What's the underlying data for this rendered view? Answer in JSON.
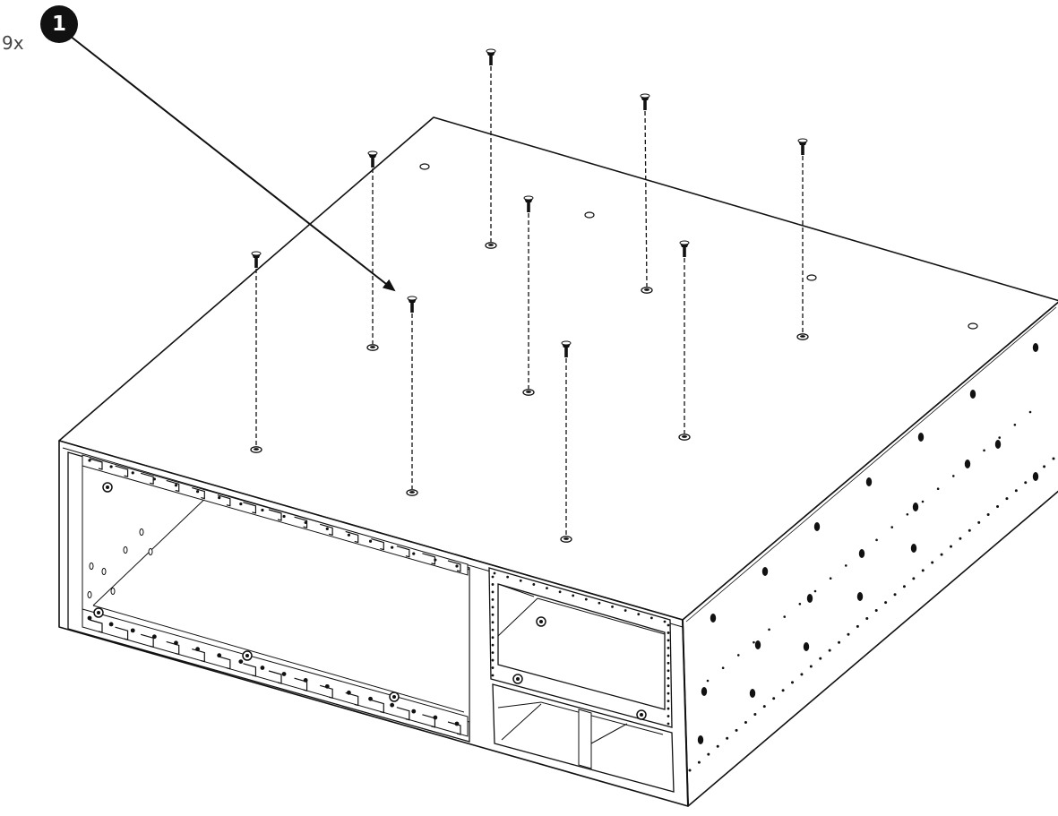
{
  "callout": {
    "number": "1",
    "quantity": "9x"
  },
  "colors": {
    "line": "#111111",
    "fill": "#ffffff",
    "callout_bg": "#111111",
    "callout_text": "#ffffff",
    "quantity_text": "#444444"
  },
  "parts": {
    "screw_count": 9,
    "icon": "flat-head-screw-icon"
  }
}
